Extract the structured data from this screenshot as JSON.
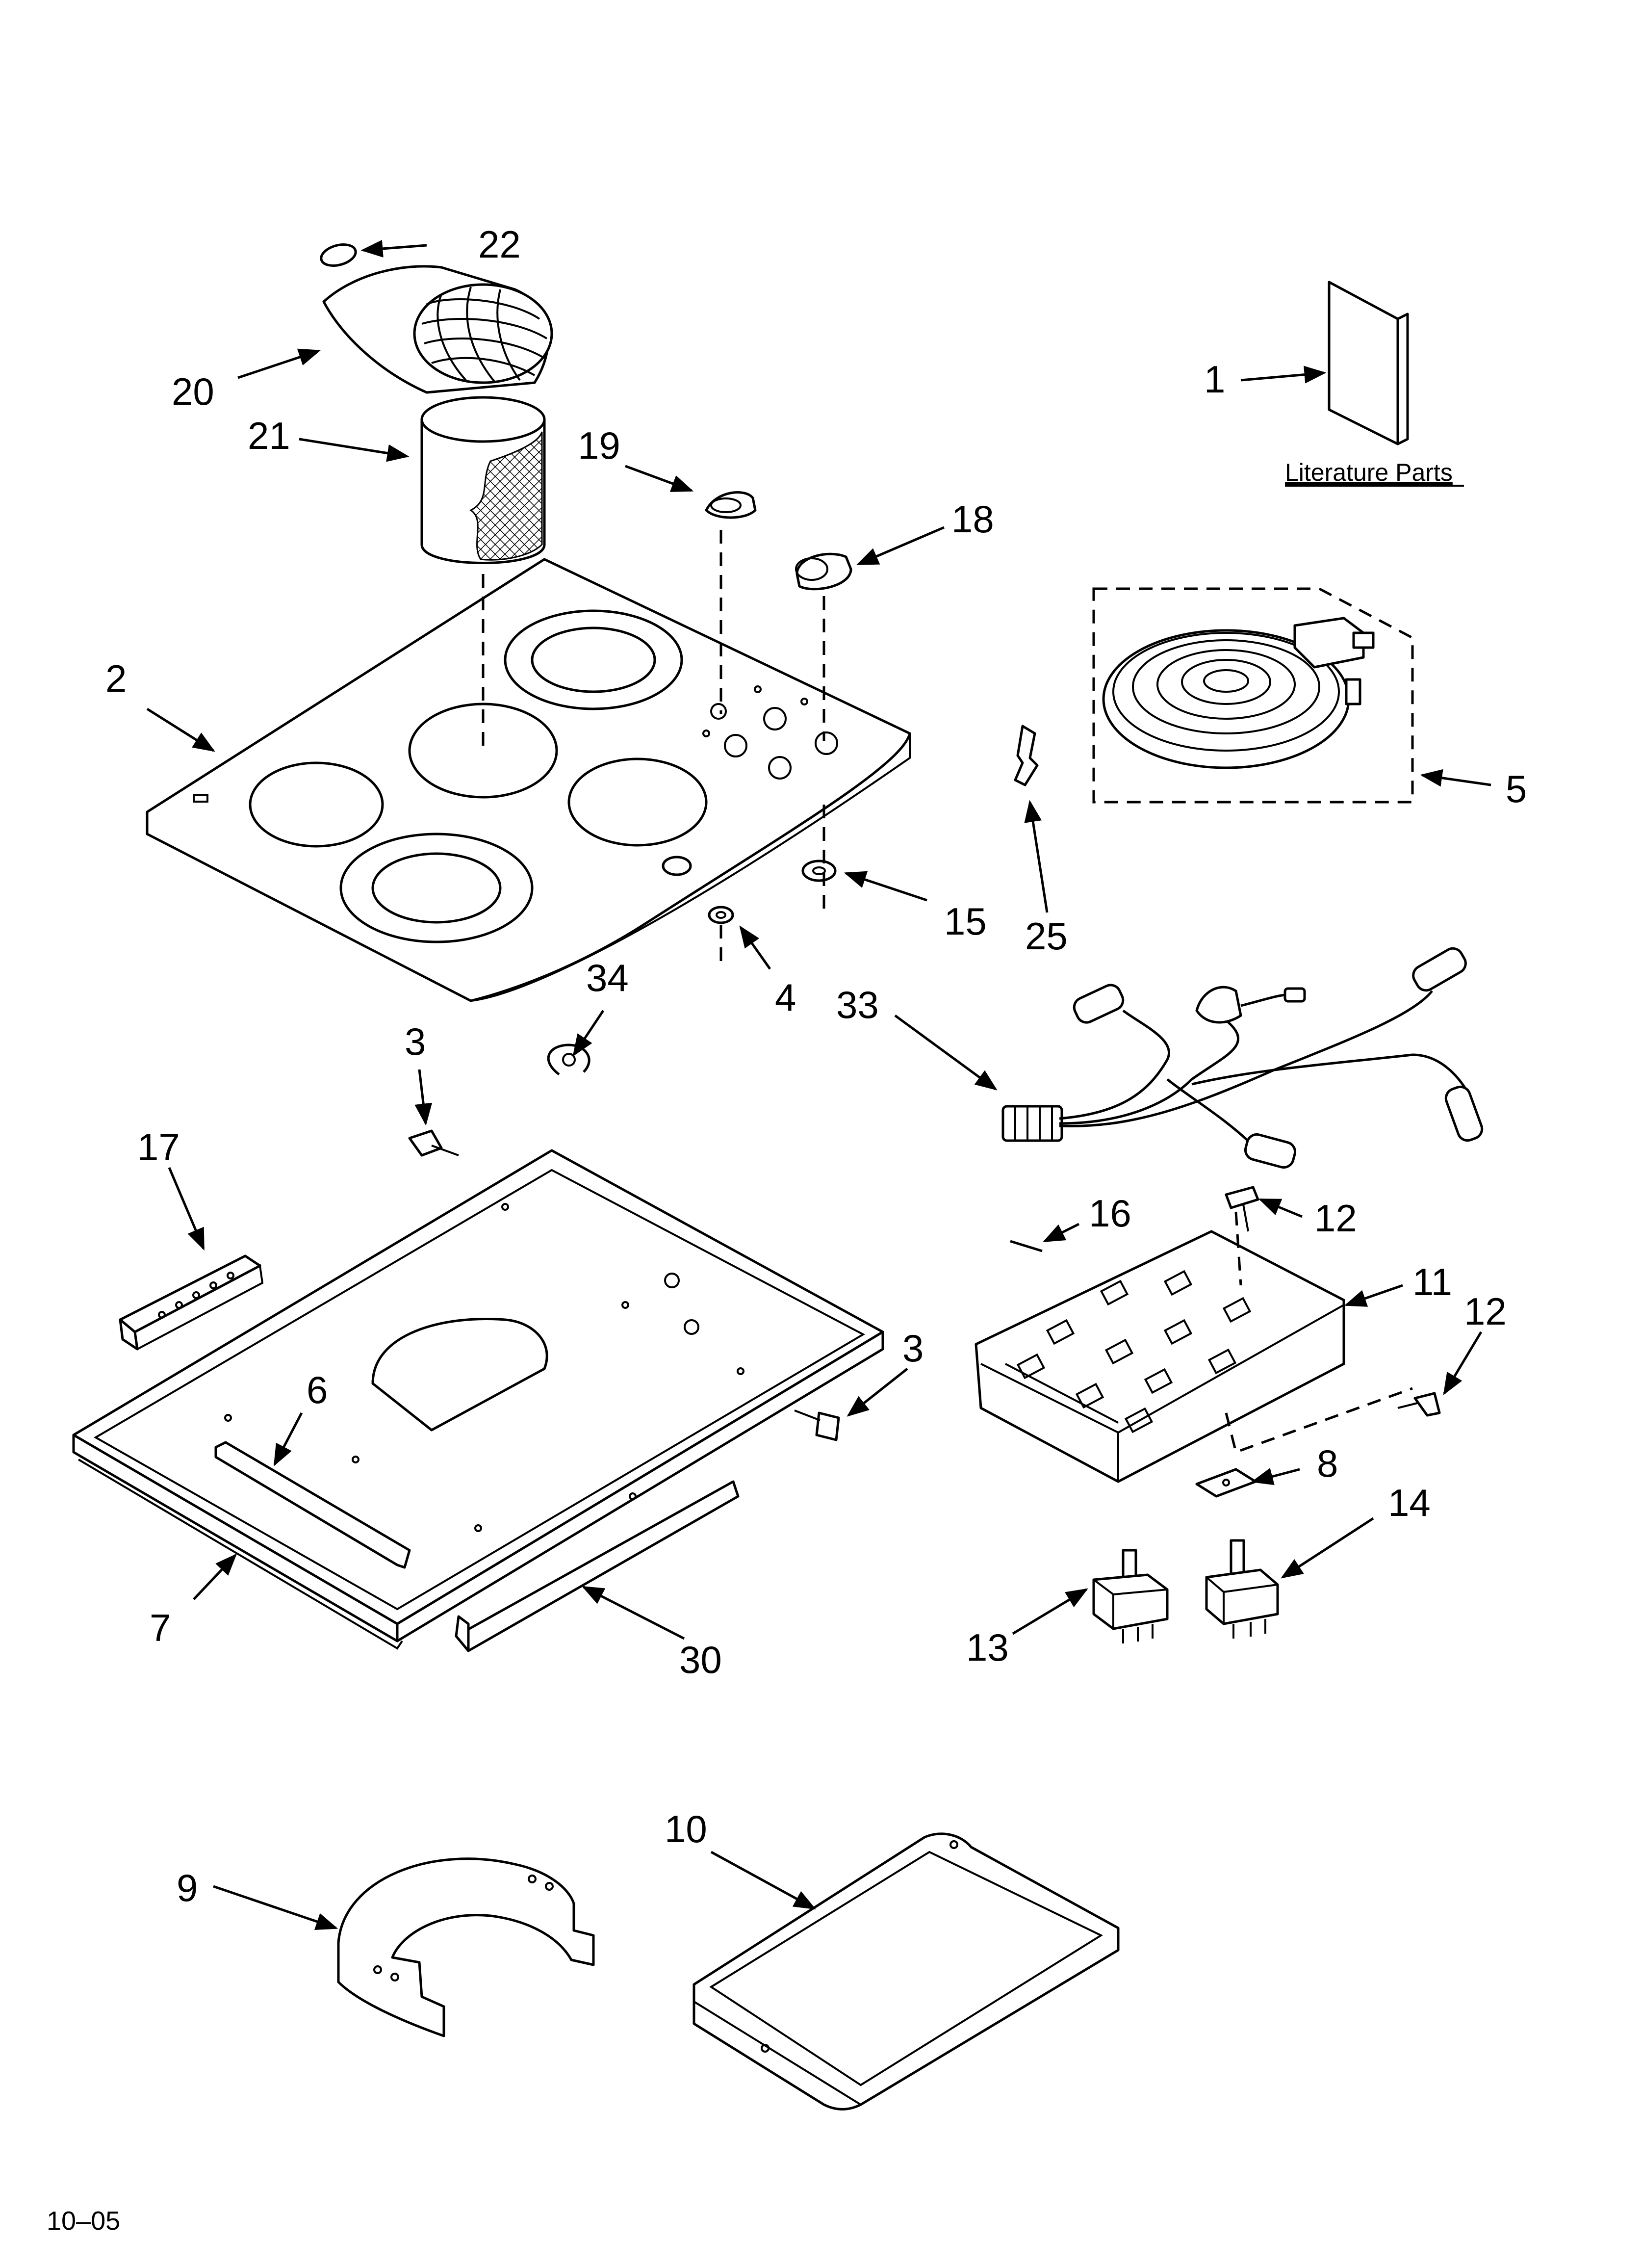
{
  "callouts": {
    "c1": "1",
    "c2": "2",
    "c3a": "3",
    "c3b": "3",
    "c4": "4",
    "c5": "5",
    "c6": "6",
    "c7": "7",
    "c8": "8",
    "c9": "9",
    "c10": "10",
    "c11": "11",
    "c12a": "12",
    "c12b": "12",
    "c13": "13",
    "c14": "14",
    "c15": "15",
    "c16": "16",
    "c17": "17",
    "c18": "18",
    "c19": "19",
    "c20": "20",
    "c21": "21",
    "c22": "22",
    "c25": "25",
    "c30": "30",
    "c33": "33",
    "c34": "34"
  },
  "literature_label": "Literature Parts",
  "date_code": "10–05"
}
